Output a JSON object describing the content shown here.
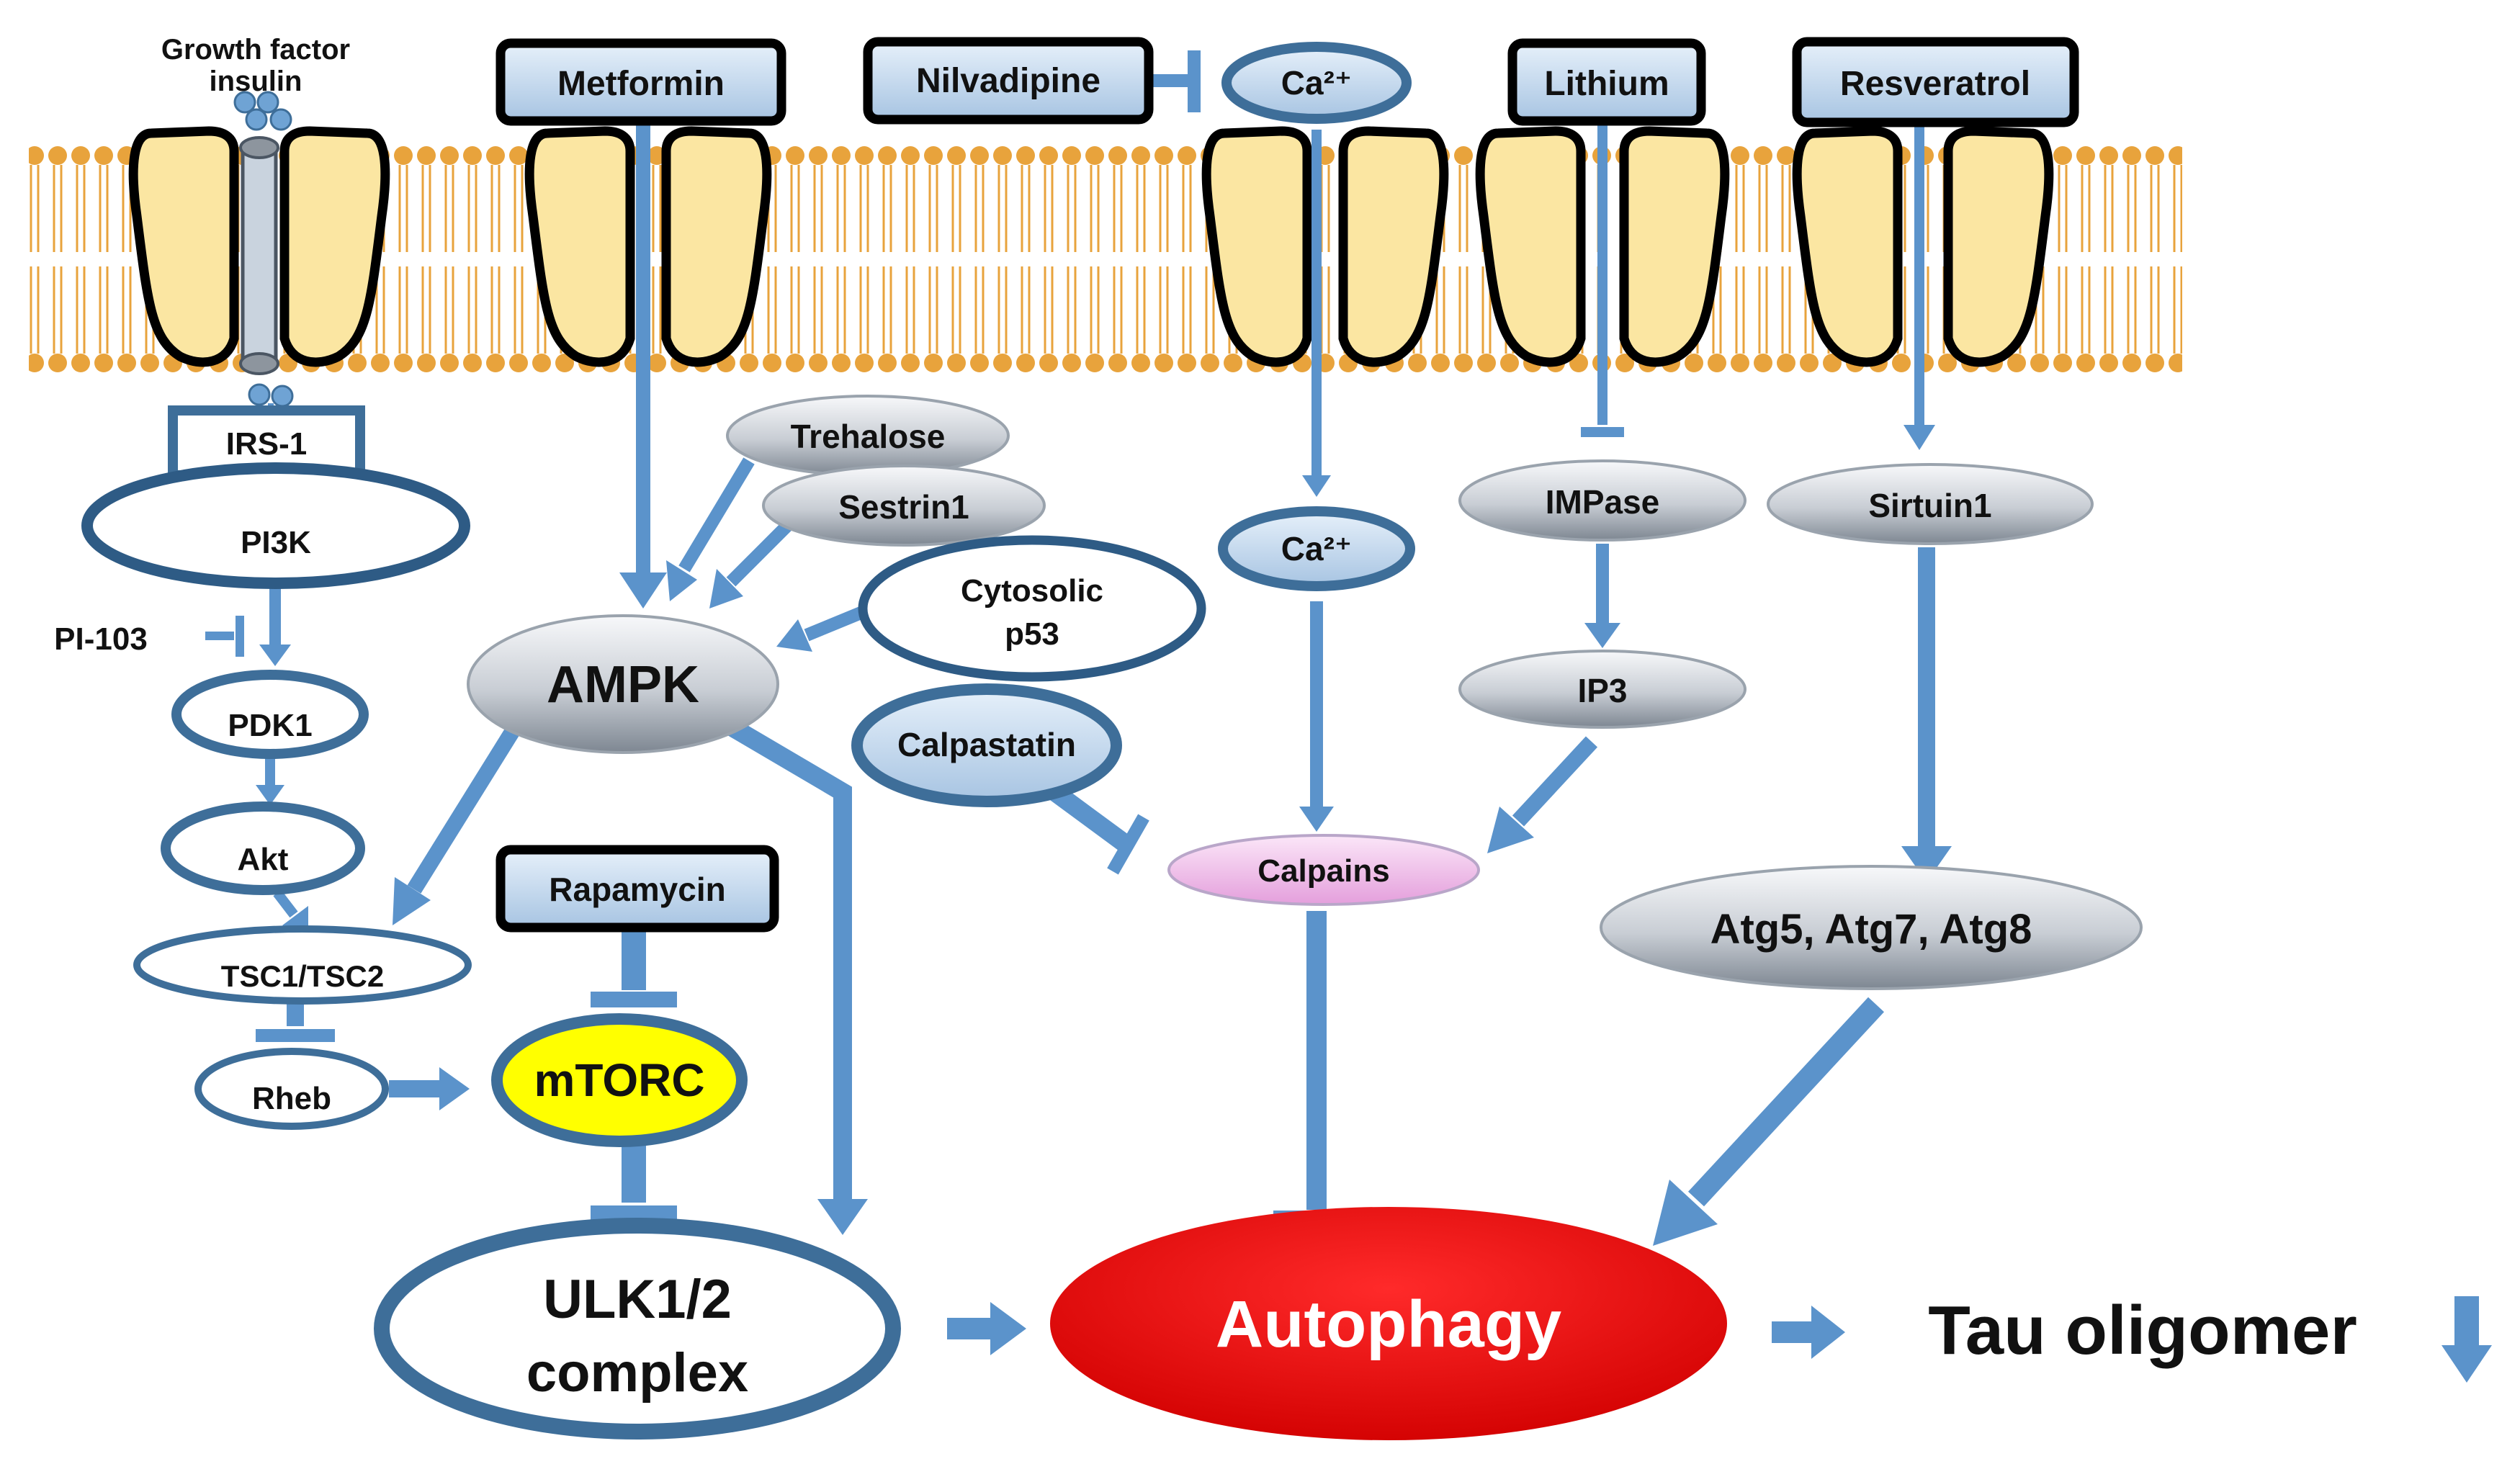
{
  "diagram": {
    "ligand": {
      "line1": "Growth  factor",
      "line2": "insulin"
    },
    "drugs": {
      "metformin": "Metformin",
      "nilvadipine": "Nilvadipine",
      "lithium": "Lithium",
      "resveratrol": "Resveratrol",
      "rapamycin": "Rapamycin",
      "pi103": "PI-103"
    },
    "nodes": {
      "ca_top": "Ca²⁺",
      "ca_mid": "Ca²⁺",
      "irs1": "IRS-1",
      "pi3k": "PI3K",
      "pdk1": "PDK1",
      "akt": "Akt",
      "tsc": "TSC1/TSC2",
      "rheb": "Rheb",
      "mtorc": "mTORC",
      "ulk_line1": "ULK1/2",
      "ulk_line2": "complex",
      "ampk": "AMPK",
      "trehalose": "Trehalose",
      "sestrin1": "Sestrin1",
      "p53_line1": "Cytosolic",
      "p53_line2": "p53",
      "calpastatin": "Calpastatin",
      "calpains": "Calpains",
      "impase": "IMPase",
      "ip3": "IP3",
      "sirtuin1": "Sirtuin1",
      "atg": "Atg5, Atg7, Atg8",
      "autophagy": "Autophagy",
      "tau": "Tau oligomer"
    },
    "colors": {
      "membrane": "#e8a33c",
      "channel": "#fbe6a2",
      "arrow": "#5b93cb",
      "node_stroke": "#3e6e99",
      "drug_fill": "#c7dcef",
      "mtorc_fill": "#ffff00",
      "calpains_fill": "#f2c6ee",
      "autophagy_fill": "#e8000d"
    }
  }
}
